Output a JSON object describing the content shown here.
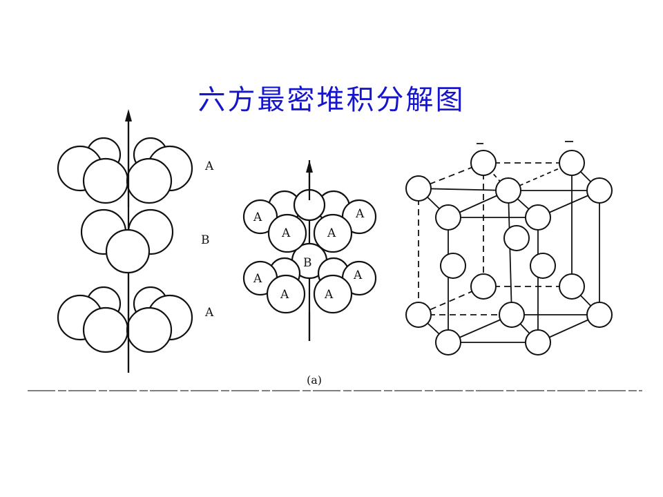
{
  "title": "六方最密堆积分解图",
  "figure": {
    "layers": {
      "top": "A",
      "middle": "B",
      "bottom": "A"
    },
    "overlay": {
      "outer_label": "A",
      "inner_label": "A",
      "center_label": "B"
    },
    "caption": "(a)"
  },
  "colors": {
    "title": "#1515cc",
    "line": "#111111"
  }
}
